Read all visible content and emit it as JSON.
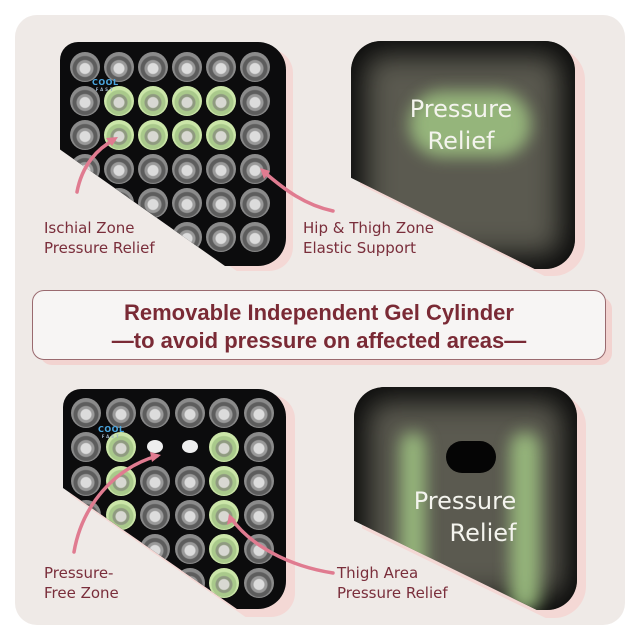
{
  "panels": {
    "top_left": {
      "logo": {
        "brand": "COOL",
        "sub": "FAST"
      },
      "grid_rows": [
        [
          "gray",
          "gray",
          "gray",
          "gray",
          "gray",
          "gray"
        ],
        [
          "gray",
          "green",
          "green",
          "green",
          "green",
          "gray"
        ],
        [
          "gray",
          "green",
          "green",
          "green",
          "green",
          "gray"
        ],
        [
          "gray",
          "gray",
          "gray",
          "gray",
          "gray",
          "gray"
        ],
        [
          "gray",
          "gray",
          "gray",
          "gray",
          "gray",
          "gray"
        ],
        [
          "gray",
          "gray",
          "gray",
          "gray",
          "gray",
          "gray"
        ]
      ],
      "callout_left": {
        "line1": "Ischial Zone",
        "line2": "Pressure Relief"
      },
      "callout_right": {
        "line1": "Hip & Thigh Zone",
        "line2": "Elastic Support"
      }
    },
    "top_right": {
      "heat_label": {
        "line1": "Pressure",
        "line2": "Relief"
      }
    },
    "bottom_left": {
      "logo": {
        "brand": "COOL",
        "sub": "FAST"
      },
      "grid_rows": [
        [
          "gray",
          "gray",
          "gray",
          "gray",
          "gray",
          "gray"
        ],
        [
          "gray",
          "green",
          "empty",
          "empty",
          "green",
          "gray"
        ],
        [
          "gray",
          "green",
          "gray",
          "gray",
          "green",
          "gray"
        ],
        [
          "gray",
          "green",
          "gray",
          "gray",
          "green",
          "gray"
        ],
        [
          "gray",
          "gray",
          "gray",
          "gray",
          "green",
          "gray"
        ],
        [
          "gray",
          "gray",
          "gray",
          "gray",
          "green",
          "gray"
        ]
      ],
      "callout_left": {
        "line1": "Pressure-",
        "line2": "Free Zone"
      },
      "callout_right": {
        "line1": "Thigh Area",
        "line2": "Pressure Relief"
      }
    },
    "bottom_right": {
      "heat_label": {
        "line1": "Pressure",
        "line2": "Relief"
      }
    }
  },
  "banner": {
    "line1": "Removable Independent Gel Cylinder",
    "line2": "—to avoid pressure on affected areas—"
  },
  "colors": {
    "background": "#efeae7",
    "accent_text": "#7a2e3b",
    "arrow": "#e07b90",
    "gel_green": "#cbe6a8",
    "pad_black": "#0c0c0d",
    "shadow_pink": "#f4d8d5"
  }
}
